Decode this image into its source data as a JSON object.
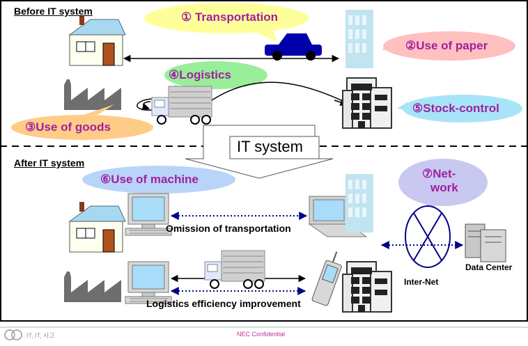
{
  "diagram": {
    "sections": {
      "before": "Before IT system",
      "after": "After IT system"
    },
    "it_system_label": "IT system",
    "bubbles": {
      "transportation": "① Transportation",
      "use_of_paper": "②Use of paper",
      "use_of_goods": "③Use of goods",
      "logistics": "④Logistics",
      "stock_control": "⑤Stock-control",
      "use_of_machine": "⑥Use of machine",
      "network_line1": "⑦Net-",
      "network_line2": "work"
    },
    "captions": {
      "omission": "Omission of  transportation",
      "logistics_efficiency": "Logistics efficiency improvement",
      "data_center": "Data Center",
      "inter_net": "Inter-Net"
    },
    "colors": {
      "bubble_text": "#a020a0",
      "transport_bubble": "#ffff99",
      "paper_bubble": "#ffc0c0",
      "goods_bubble": "#ffcc88",
      "logistics_bubble": "#99ee99",
      "stock_bubble": "#a8e4f8",
      "machine_bubble": "#b8d4f8",
      "network_bubble": "#c8c8f0",
      "dotted_link": "#000088"
    }
  },
  "footer": {
    "confidential": "NEC Confidential",
    "logo_text": "IT, IT, 사고"
  }
}
